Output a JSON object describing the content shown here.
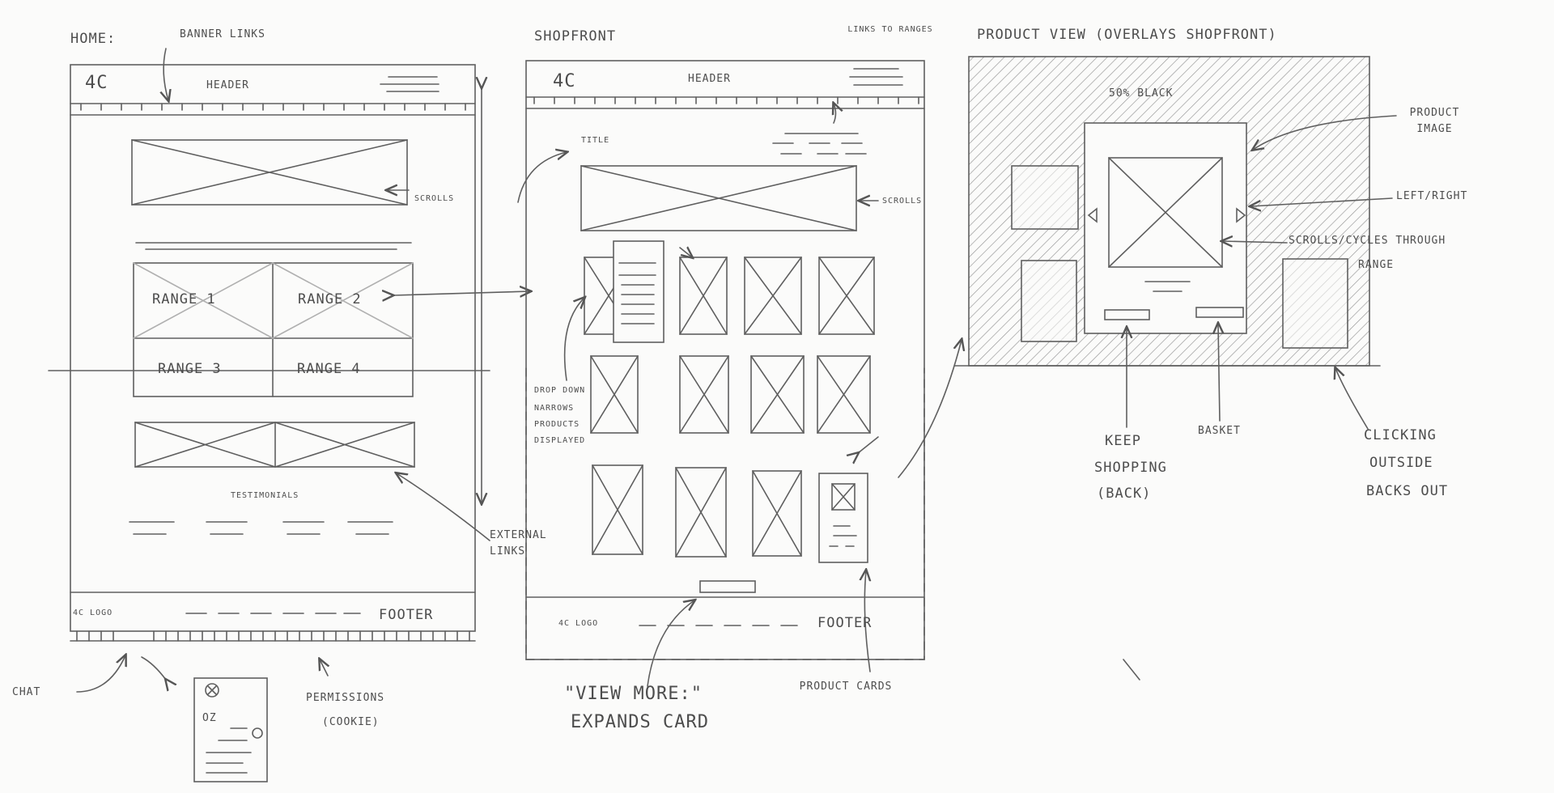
{
  "home": {
    "title": "HOME:",
    "banner_links": "BANNER LINKS",
    "logo": "4C",
    "header": "HEADER",
    "scrolls": "SCROLLS",
    "ranges": [
      "RANGE 1",
      "RANGE 2",
      "RANGE 3",
      "RANGE 4"
    ],
    "testimonials": "TESTIMONIALS",
    "footer_logo": "4C LOGO",
    "footer": "FOOTER",
    "chat": "CHAT",
    "permissions": "PERMISSIONS",
    "cookie": "(COOKIE)",
    "chat_popup_text": "OZ"
  },
  "shopfront": {
    "title": "SHOPFRONT",
    "links_to_ranges": "LINKS TO RANGES",
    "logo": "4C",
    "header": "HEADER",
    "page_title": "TITLE",
    "scrolls": "SCROLLS",
    "drop_down": "DROP DOWN",
    "narrows": "NARROWS PRODUCTS DISPLAYED",
    "external_links": "EXTERNAL LINKS",
    "view_more": "\"VIEW MORE:\"",
    "expands": "EXPANDS CARD",
    "product_cards": "PRODUCT CARDS",
    "footer_logo": "4C LOGO",
    "footer": "FOOTER"
  },
  "product_view": {
    "title": "PRODUCT VIEW (OVERLAYS SHOPFRONT)",
    "overlay": "50% BLACK",
    "product_image": "PRODUCT IMAGE",
    "left_right": "LEFT/RIGHT",
    "scrolls_cycles": "SCROLLS/CYCLES THROUGH",
    "range": "RANGE",
    "keep": "KEEP",
    "shopping": "SHOPPING",
    "back": "(BACK)",
    "basket": "BASKET",
    "clicking": "CLICKING",
    "outside": "OUTSIDE",
    "backs_out": "BACKS OUT"
  },
  "colors": {
    "pencil": "#5a5a5a",
    "paper": "#fbfbfa"
  }
}
